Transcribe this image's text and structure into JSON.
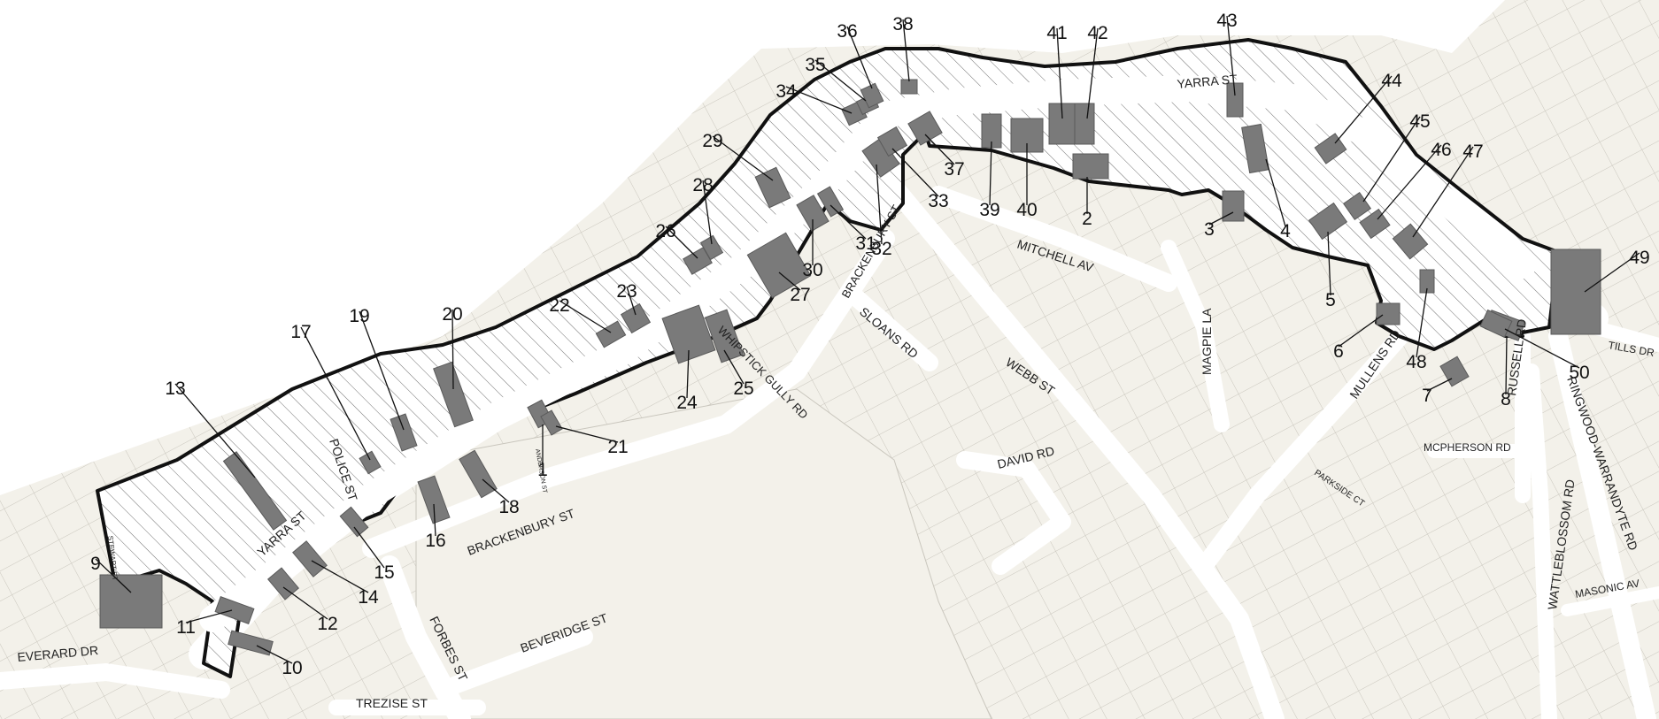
{
  "map": {
    "colors": {
      "background": "#f3f1ea",
      "road": "#ffffff",
      "parcel_line": "#b9b6ad",
      "hatch": "#6f6f6f",
      "site": "#7a7a7a",
      "boundary": "#111111"
    },
    "roads": [
      {
        "id": "yarra-west",
        "label": "YARRA ST",
        "size": 14
      },
      {
        "id": "yarra-east",
        "label": "YARRA ST",
        "size": 14
      },
      {
        "id": "police",
        "label": "POLICE ST",
        "size": 14
      },
      {
        "id": "brackenbury-w",
        "label": "BRACKENBURY ST",
        "size": 14
      },
      {
        "id": "brackenbury-n",
        "label": "BRACKENBURY ST",
        "size": 13
      },
      {
        "id": "whipstick",
        "label": "WHIPSTICK GULLY RD",
        "size": 13
      },
      {
        "id": "forbes",
        "label": "FORBES ST",
        "size": 14
      },
      {
        "id": "beveridge",
        "label": "BEVERIDGE ST",
        "size": 14
      },
      {
        "id": "everard",
        "label": "EVERARD DR",
        "size": 14
      },
      {
        "id": "trezise",
        "label": "TREZISE ST",
        "size": 14
      },
      {
        "id": "sloans",
        "label": "SLOANS RD",
        "size": 14
      },
      {
        "id": "webb",
        "label": "WEBB ST",
        "size": 14
      },
      {
        "id": "mitchell",
        "label": "MITCHELL AV",
        "size": 14
      },
      {
        "id": "david",
        "label": "DAVID RD",
        "size": 14
      },
      {
        "id": "magpie",
        "label": "MAGPIE LA",
        "size": 14
      },
      {
        "id": "mullens",
        "label": "MULLENS RD",
        "size": 14
      },
      {
        "id": "parkside",
        "label": "PARKSIDE CT",
        "size": 10
      },
      {
        "id": "mcpherson",
        "label": "MCPHERSON RD",
        "size": 12
      },
      {
        "id": "russell",
        "label": "RUSSELL RD",
        "size": 14
      },
      {
        "id": "wattleblossom",
        "label": "WATTLEBLOSSOM RD",
        "size": 14
      },
      {
        "id": "ringwood",
        "label": "RINGWOOD-WARRANDYTE RD",
        "size": 14
      },
      {
        "id": "masonic",
        "label": "MASONIC AV",
        "size": 12
      },
      {
        "id": "tills",
        "label": "TILLS DR",
        "size": 12
      },
      {
        "id": "stewart",
        "label": "STEWART ST",
        "size": 8
      },
      {
        "id": "anderson",
        "label": "ANDERSON ST",
        "size": 7
      }
    ],
    "sites": [
      {
        "id": 1,
        "label": "1"
      },
      {
        "id": 2,
        "label": "2"
      },
      {
        "id": 3,
        "label": "3"
      },
      {
        "id": 4,
        "label": "4"
      },
      {
        "id": 5,
        "label": "5"
      },
      {
        "id": 6,
        "label": "6"
      },
      {
        "id": 7,
        "label": "7"
      },
      {
        "id": 8,
        "label": "8"
      },
      {
        "id": 9,
        "label": "9"
      },
      {
        "id": 10,
        "label": "10"
      },
      {
        "id": 11,
        "label": "11"
      },
      {
        "id": 12,
        "label": "12"
      },
      {
        "id": 13,
        "label": "13"
      },
      {
        "id": 14,
        "label": "14"
      },
      {
        "id": 15,
        "label": "15"
      },
      {
        "id": 16,
        "label": "16"
      },
      {
        "id": 17,
        "label": "17"
      },
      {
        "id": 18,
        "label": "18"
      },
      {
        "id": 19,
        "label": "19"
      },
      {
        "id": 20,
        "label": "20"
      },
      {
        "id": 21,
        "label": "21"
      },
      {
        "id": 22,
        "label": "22"
      },
      {
        "id": 23,
        "label": "23"
      },
      {
        "id": 24,
        "label": "24"
      },
      {
        "id": 25,
        "label": "25"
      },
      {
        "id": 26,
        "label": "26"
      },
      {
        "id": 27,
        "label": "27"
      },
      {
        "id": 28,
        "label": "28"
      },
      {
        "id": 29,
        "label": "29"
      },
      {
        "id": 30,
        "label": "30"
      },
      {
        "id": 31,
        "label": "31"
      },
      {
        "id": 32,
        "label": "32"
      },
      {
        "id": 33,
        "label": "33"
      },
      {
        "id": 34,
        "label": "34"
      },
      {
        "id": 35,
        "label": "35"
      },
      {
        "id": 36,
        "label": "36"
      },
      {
        "id": 37,
        "label": "37"
      },
      {
        "id": 38,
        "label": "38"
      },
      {
        "id": 39,
        "label": "39"
      },
      {
        "id": 40,
        "label": "40"
      },
      {
        "id": 41,
        "label": "41"
      },
      {
        "id": 42,
        "label": "42"
      },
      {
        "id": 43,
        "label": "43"
      },
      {
        "id": 44,
        "label": "44"
      },
      {
        "id": 45,
        "label": "45"
      },
      {
        "id": 46,
        "label": "46"
      },
      {
        "id": 47,
        "label": "47"
      },
      {
        "id": 48,
        "label": "48"
      },
      {
        "id": 49,
        "label": "49"
      },
      {
        "id": 50,
        "label": "50"
      }
    ]
  }
}
